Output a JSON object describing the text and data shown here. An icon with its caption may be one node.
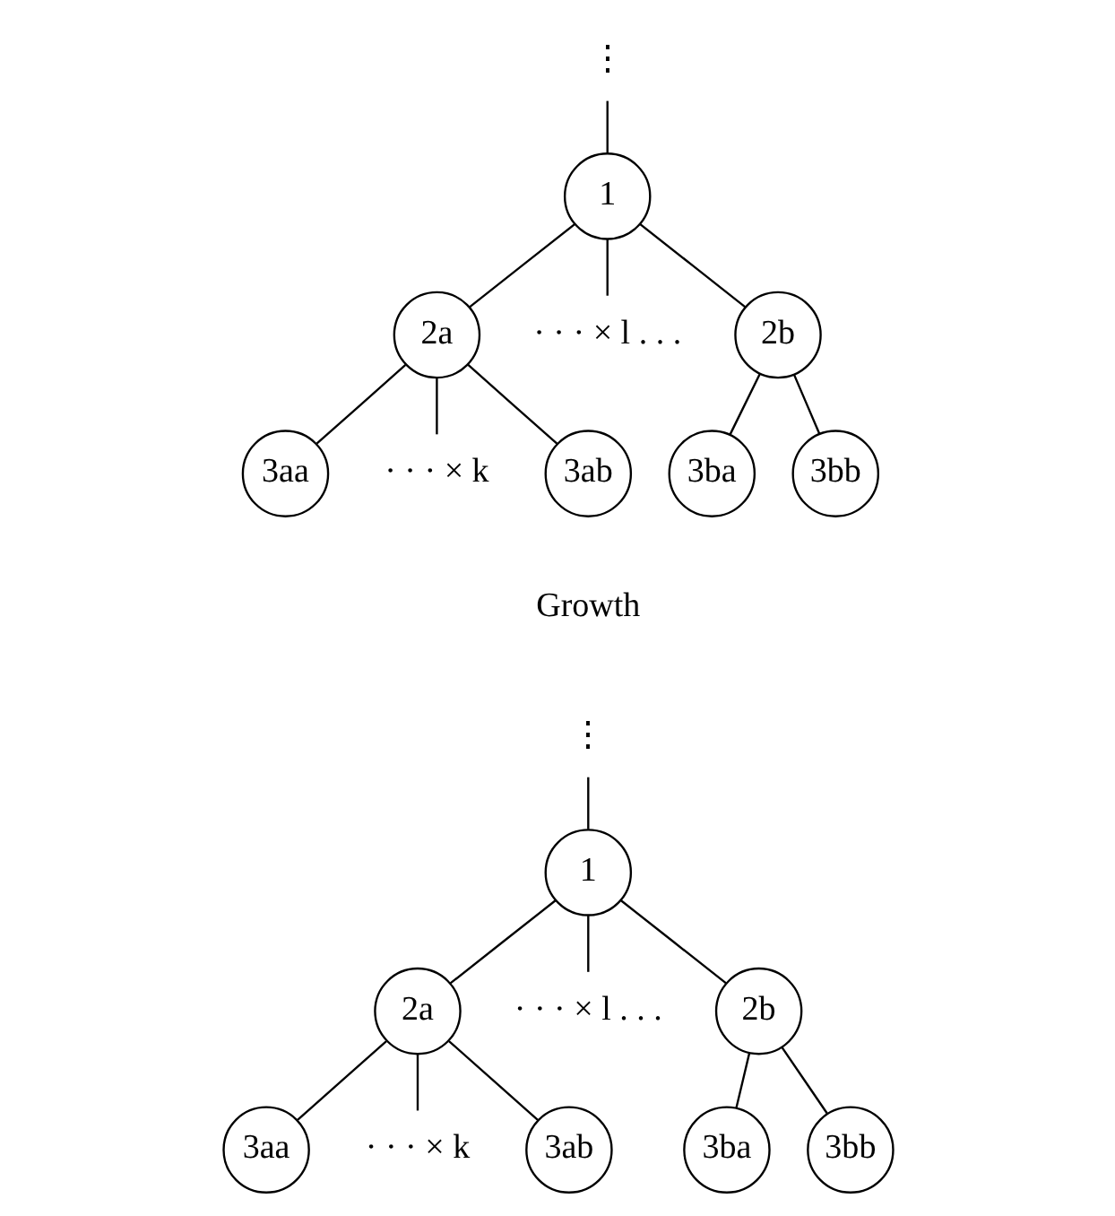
{
  "diagram": {
    "nodes": [
      {
        "text": [
          "⋮"
        ]
      },
      {
        "text": [
          "1"
        ]
      },
      {
        "text": [
          "2a"
        ]
      },
      {
        "text": [
          "· · · × l . . ."
        ]
      },
      {
        "text": [
          "2b"
        ]
      },
      {
        "text": [
          "3aa"
        ]
      },
      {
        "text": [
          "· · · × k"
        ]
      },
      {
        "text": [
          "3ab"
        ]
      },
      {
        "text": [
          "3ba"
        ]
      },
      {
        "text": [
          "3bb"
        ]
      },
      {
        "text": [
          "⋮"
        ]
      },
      {
        "text": [
          "1"
        ]
      },
      {
        "text": [
          "2a"
        ]
      },
      {
        "text": [
          "· · · × l . . ."
        ]
      },
      {
        "text": [
          "2b"
        ]
      },
      {
        "text": [
          "3aa"
        ]
      },
      {
        "text": [
          "· · · × k"
        ]
      },
      {
        "text": [
          "3ab"
        ]
      },
      {
        "text": [
          "3ba"
        ]
      },
      {
        "text": [
          "3bb"
        ]
      }
    ],
    "edges": [
      {
        "from": 0,
        "to": 1,
        "arrow": "none"
      },
      {
        "from": 1,
        "to": 2,
        "arrow": "none"
      },
      {
        "from": 1,
        "to": 3,
        "arrow": "none"
      },
      {
        "from": 1,
        "to": 4,
        "arrow": "none"
      },
      {
        "from": 2,
        "to": 5,
        "arrow": "none"
      },
      {
        "from": 2,
        "to": 6,
        "arrow": "none"
      },
      {
        "from": 2,
        "to": 7,
        "arrow": "none"
      },
      {
        "from": 4,
        "to": 8,
        "arrow": "none"
      },
      {
        "from": 4,
        "to": 9,
        "arrow": "none"
      },
      {
        "from": 10,
        "to": 11,
        "arrow": "none"
      },
      {
        "from": 11,
        "to": 12,
        "arrow": "none"
      },
      {
        "from": 11,
        "to": 13,
        "arrow": "none"
      },
      {
        "from": 11,
        "to": 14,
        "arrow": "none"
      },
      {
        "from": 12,
        "to": 15,
        "arrow": "none"
      },
      {
        "from": 12,
        "to": 16,
        "arrow": "none"
      },
      {
        "from": 12,
        "to": 17,
        "arrow": "none"
      },
      {
        "from": 14,
        "to": 18,
        "arrow": "none"
      },
      {
        "from": 14,
        "to": 19,
        "arrow": "none"
      }
    ],
    "labels": [
      "Growth"
    ]
  }
}
